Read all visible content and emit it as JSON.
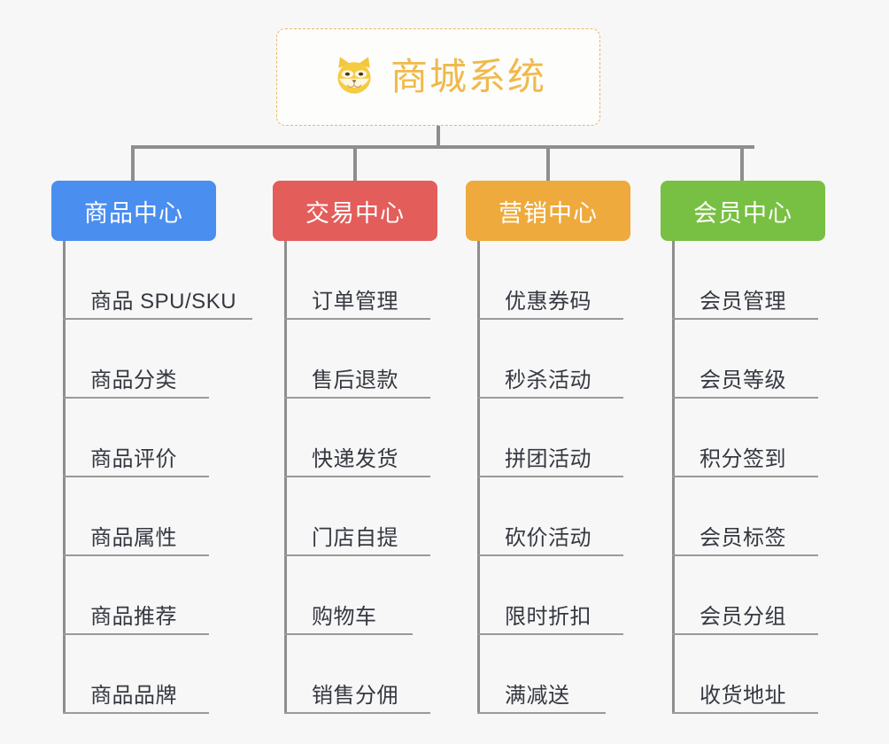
{
  "canvas": {
    "background": "#f7f7f7",
    "connector_color": "#8e8e8e",
    "leaf_text_color": "#353840"
  },
  "root": {
    "title": "商城系统",
    "icon": "shiba-dog-icon",
    "text_color": "#f0b94a",
    "border_color": "#e8b962",
    "background": "#fdfdfc"
  },
  "branches": [
    {
      "label": "商品中心",
      "color": "#4a8ef0",
      "items": [
        "商品 SPU/SKU",
        "商品分类",
        "商品评价",
        "商品属性",
        "商品推荐",
        "商品品牌"
      ]
    },
    {
      "label": "交易中心",
      "color": "#e35d5b",
      "items": [
        "订单管理",
        "售后退款",
        "快递发货",
        "门店自提",
        "购物车",
        "销售分佣"
      ]
    },
    {
      "label": "营销中心",
      "color": "#eeaa3c",
      "items": [
        "优惠券码",
        "秒杀活动",
        "拼团活动",
        "砍价活动",
        "限时折扣",
        "满减送"
      ]
    },
    {
      "label": "会员中心",
      "color": "#78c043",
      "items": [
        "会员管理",
        "会员等级",
        "积分签到",
        "会员标签",
        "会员分组",
        "收货地址"
      ]
    }
  ]
}
